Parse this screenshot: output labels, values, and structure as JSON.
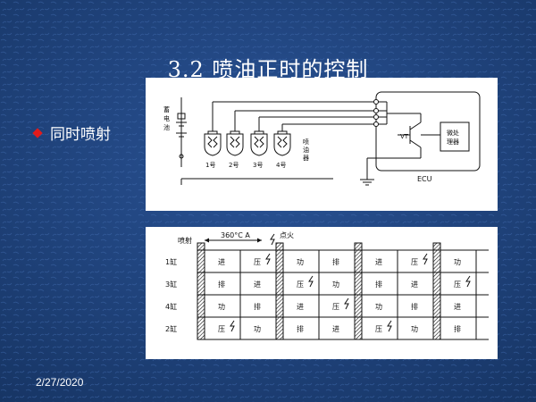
{
  "slide": {
    "title": "3.2  喷油正时的控制",
    "bullet": "同时喷射",
    "date": "2/27/2020"
  },
  "circuit": {
    "battery_label": [
      "蓄",
      "电",
      "池"
    ],
    "injectors": [
      "1号",
      "2号",
      "3号",
      "4号"
    ],
    "injector_label": [
      "喷",
      "油",
      "器"
    ],
    "ecu_label": "ECU",
    "transistor_label": "VT",
    "micro_label": [
      "微处",
      "理器"
    ]
  },
  "timing": {
    "spray_label": "喷射",
    "angle_label": "360°C A",
    "ignition_label": "点火",
    "cylinders": [
      "1缸",
      "3缸",
      "4缸",
      "2缸"
    ],
    "strokes": [
      [
        "进",
        "压",
        "功",
        "排",
        "进",
        "压",
        "功"
      ],
      [
        "排",
        "进",
        "压",
        "功",
        "排",
        "进",
        "压"
      ],
      [
        "功",
        "排",
        "进",
        "压",
        "功",
        "排",
        "进"
      ],
      [
        "压",
        "功",
        "排",
        "进",
        "压",
        "功",
        "排"
      ]
    ],
    "sparks": [
      [
        1,
        5
      ],
      [
        2,
        6
      ],
      [
        3
      ],
      [
        0,
        4
      ]
    ]
  },
  "colors": {
    "background": "#1c3f78",
    "bullet": "#e21b1b",
    "text": "#ffffff"
  }
}
